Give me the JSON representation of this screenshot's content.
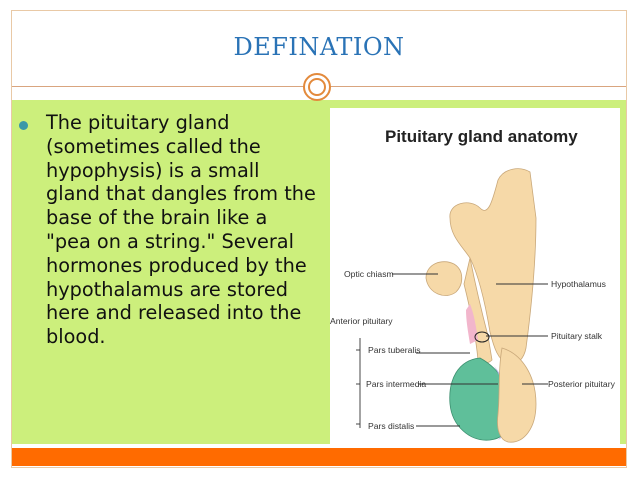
{
  "slide": {
    "title": "DEFINATION",
    "bullet_text": "The pituitary gland (sometimes called the hypophysis) is a small gland that dangles from the base of the brain like a \"pea on a string.\" Several hormones produced by the hypothalamus are stored here and released into the blood."
  },
  "figure": {
    "title": "Pituitary gland anatomy",
    "labels": {
      "optic_chiasm": "Optic chiasm",
      "hypothalamus": "Hypothalamus",
      "anterior_pituitary": "Anterior pituitary",
      "pituitary_stalk": "Pituitary stalk",
      "pars_tuberalis": "Pars tuberalis",
      "pars_intermedia": "Pars intermedia",
      "posterior_pituitary": "Posterior pituitary",
      "pars_distalis": "Pars distalis"
    }
  },
  "colors": {
    "title": "#2a73b6",
    "content_bg": "#ccef7c",
    "accent_bar": "#ff6b00",
    "bullet": "#3a98a8",
    "tissue": "#f6d9a8",
    "anterior_lobe": "#5fbf9a",
    "intermedia": "#b6b2e8",
    "tuberalis": "#f2b6cc"
  }
}
